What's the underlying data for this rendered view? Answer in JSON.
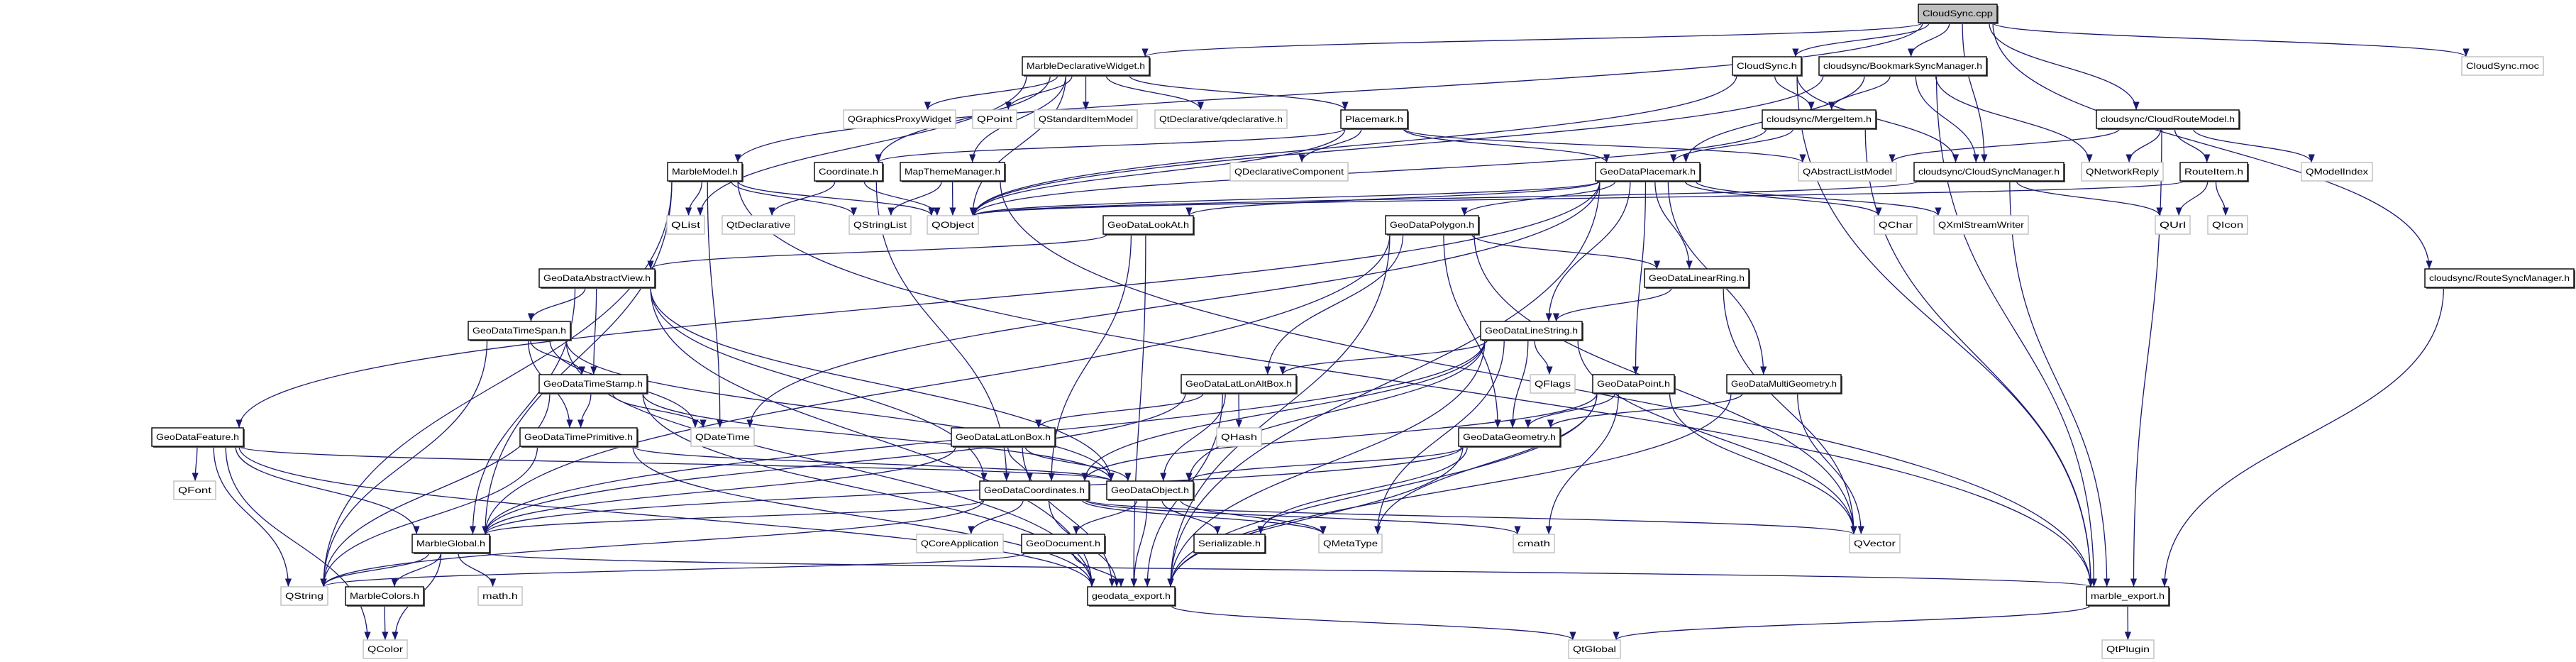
{
  "title": "CloudSync.cpp",
  "colors": {
    "edge": "#191970",
    "root_fill": "#bfbfbf",
    "external_border": "#bfbfbf",
    "node_border": "#000000"
  },
  "nodes": [
    {
      "id": "cpp",
      "label": "CloudSync.cpp",
      "kind": "root"
    },
    {
      "id": "moc",
      "label": "CloudSync.moc",
      "kind": "external"
    },
    {
      "id": "mdw",
      "label": "MarbleDeclarativeWidget.h",
      "kind": "file"
    },
    {
      "id": "csh",
      "label": "CloudSync.h",
      "kind": "file"
    },
    {
      "id": "bsm",
      "label": "cloudsync/BookmarkSyncManager.h",
      "kind": "file"
    },
    {
      "id": "qgpw",
      "label": "QGraphicsProxyWidget",
      "kind": "external"
    },
    {
      "id": "qpoint",
      "label": "QPoint",
      "kind": "external"
    },
    {
      "id": "qsim",
      "label": "QStandardItemModel",
      "kind": "external"
    },
    {
      "id": "qtdq",
      "label": "QtDeclarative/qdeclarative.h",
      "kind": "external"
    },
    {
      "id": "placemark",
      "label": "Placemark.h",
      "kind": "file"
    },
    {
      "id": "merge",
      "label": "cloudsync/MergeItem.h",
      "kind": "file"
    },
    {
      "id": "crm",
      "label": "cloudsync/CloudRouteModel.h",
      "kind": "file"
    },
    {
      "id": "mmodel",
      "label": "MarbleModel.h",
      "kind": "file"
    },
    {
      "id": "coord",
      "label": "Coordinate.h",
      "kind": "file"
    },
    {
      "id": "mtm",
      "label": "MapThemeManager.h",
      "kind": "file"
    },
    {
      "id": "qdc",
      "label": "QDeclarativeComponent",
      "kind": "external"
    },
    {
      "id": "gdpm",
      "label": "GeoDataPlacemark.h",
      "kind": "file"
    },
    {
      "id": "qalm",
      "label": "QAbstractListModel",
      "kind": "external"
    },
    {
      "id": "csm",
      "label": "cloudsync/CloudSyncManager.h",
      "kind": "file"
    },
    {
      "id": "qnr",
      "label": "QNetworkReply",
      "kind": "external"
    },
    {
      "id": "routeitem",
      "label": "RouteItem.h",
      "kind": "file"
    },
    {
      "id": "qmi",
      "label": "QModelIndex",
      "kind": "external"
    },
    {
      "id": "qlist",
      "label": "QList",
      "kind": "external"
    },
    {
      "id": "qtdecl",
      "label": "QtDeclarative",
      "kind": "external"
    },
    {
      "id": "qsl",
      "label": "QStringList",
      "kind": "external"
    },
    {
      "id": "qobject",
      "label": "QObject",
      "kind": "external"
    },
    {
      "id": "lookat",
      "label": "GeoDataLookAt.h",
      "kind": "file"
    },
    {
      "id": "polygon",
      "label": "GeoDataPolygon.h",
      "kind": "file"
    },
    {
      "id": "qchar",
      "label": "QChar",
      "kind": "external"
    },
    {
      "id": "qxml",
      "label": "QXmlStreamWriter",
      "kind": "external"
    },
    {
      "id": "qurl",
      "label": "QUrl",
      "kind": "external"
    },
    {
      "id": "qicon",
      "label": "QIcon",
      "kind": "external"
    },
    {
      "id": "absview",
      "label": "GeoDataAbstractView.h",
      "kind": "file"
    },
    {
      "id": "linring",
      "label": "GeoDataLinearRing.h",
      "kind": "file"
    },
    {
      "id": "rsm",
      "label": "cloudsync/RouteSyncManager.h",
      "kind": "file"
    },
    {
      "id": "timespan",
      "label": "GeoDataTimeSpan.h",
      "kind": "file"
    },
    {
      "id": "linestr",
      "label": "GeoDataLineString.h",
      "kind": "file"
    },
    {
      "id": "timestamp",
      "label": "GeoDataTimeStamp.h",
      "kind": "file"
    },
    {
      "id": "llab",
      "label": "GeoDataLatLonAltBox.h",
      "kind": "file"
    },
    {
      "id": "qflags",
      "label": "QFlags",
      "kind": "external"
    },
    {
      "id": "point",
      "label": "GeoDataPoint.h",
      "kind": "file"
    },
    {
      "id": "multigeo",
      "label": "GeoDataMultiGeometry.h",
      "kind": "file"
    },
    {
      "id": "feature",
      "label": "GeoDataFeature.h",
      "kind": "file"
    },
    {
      "id": "timeprim",
      "label": "GeoDataTimePrimitive.h",
      "kind": "file"
    },
    {
      "id": "qdatetime",
      "label": "QDateTime",
      "kind": "external"
    },
    {
      "id": "llb",
      "label": "GeoDataLatLonBox.h",
      "kind": "file"
    },
    {
      "id": "qhash",
      "label": "QHash",
      "kind": "external"
    },
    {
      "id": "geometry",
      "label": "GeoDataGeometry.h",
      "kind": "file"
    },
    {
      "id": "qfont",
      "label": "QFont",
      "kind": "external"
    },
    {
      "id": "coords",
      "label": "GeoDataCoordinates.h",
      "kind": "file"
    },
    {
      "id": "object",
      "label": "GeoDataObject.h",
      "kind": "file"
    },
    {
      "id": "mglobal",
      "label": "MarbleGlobal.h",
      "kind": "file"
    },
    {
      "id": "qcoreapp",
      "label": "QCoreApplication",
      "kind": "external"
    },
    {
      "id": "geodoc",
      "label": "GeoDocument.h",
      "kind": "file"
    },
    {
      "id": "serial",
      "label": "Serializable.h",
      "kind": "file"
    },
    {
      "id": "qmetatype",
      "label": "QMetaType",
      "kind": "external"
    },
    {
      "id": "cmath",
      "label": "cmath",
      "kind": "external"
    },
    {
      "id": "qvector",
      "label": "QVector",
      "kind": "external"
    },
    {
      "id": "qstring",
      "label": "QString",
      "kind": "external"
    },
    {
      "id": "mcolors",
      "label": "MarbleColors.h",
      "kind": "file"
    },
    {
      "id": "mathh",
      "label": "math.h",
      "kind": "external"
    },
    {
      "id": "gdexport",
      "label": "geodata_export.h",
      "kind": "file"
    },
    {
      "id": "mexport",
      "label": "marble_export.h",
      "kind": "file"
    },
    {
      "id": "qcolor",
      "label": "QColor",
      "kind": "external"
    },
    {
      "id": "qtglobal",
      "label": "QtGlobal",
      "kind": "external"
    },
    {
      "id": "qtplugin",
      "label": "QtPlugin",
      "kind": "external"
    }
  ],
  "edges": [
    [
      "cpp",
      "mdw"
    ],
    [
      "cpp",
      "mmodel"
    ],
    [
      "cpp",
      "csh"
    ],
    [
      "cpp",
      "bsm"
    ],
    [
      "cpp",
      "csm"
    ],
    [
      "cpp",
      "crm"
    ],
    [
      "cpp",
      "moc"
    ],
    [
      "cpp",
      "rsm"
    ],
    [
      "mdw",
      "qgpw"
    ],
    [
      "mdw",
      "qpoint"
    ],
    [
      "mdw",
      "qsim"
    ],
    [
      "mdw",
      "qtdq"
    ],
    [
      "mdw",
      "placemark"
    ],
    [
      "mdw",
      "mtm"
    ],
    [
      "mdw",
      "coord"
    ],
    [
      "mdw",
      "qlist"
    ],
    [
      "mdw",
      "qobject"
    ],
    [
      "placemark",
      "qdc"
    ],
    [
      "placemark",
      "gdpm"
    ],
    [
      "placemark",
      "qalm"
    ],
    [
      "placemark",
      "coord"
    ],
    [
      "placemark",
      "qobject"
    ],
    [
      "csh",
      "merge"
    ],
    [
      "csh",
      "csm"
    ],
    [
      "csh",
      "qobject"
    ],
    [
      "csh",
      "mexport"
    ],
    [
      "bsm",
      "merge"
    ],
    [
      "bsm",
      "gdpm"
    ],
    [
      "bsm",
      "csm"
    ],
    [
      "bsm",
      "qnr"
    ],
    [
      "bsm",
      "qobject"
    ],
    [
      "bsm",
      "mexport"
    ],
    [
      "merge",
      "gdpm"
    ],
    [
      "merge",
      "qobject"
    ],
    [
      "merge",
      "mexport"
    ],
    [
      "crm",
      "qalm"
    ],
    [
      "crm",
      "qnr"
    ],
    [
      "crm",
      "routeitem"
    ],
    [
      "crm",
      "qmi"
    ],
    [
      "crm",
      "mexport"
    ],
    [
      "csm",
      "qobject"
    ],
    [
      "csm",
      "qurl"
    ],
    [
      "csm",
      "mexport"
    ],
    [
      "routeitem",
      "qurl"
    ],
    [
      "routeitem",
      "qicon"
    ],
    [
      "routeitem",
      "qobject"
    ],
    [
      "rsm",
      "mexport"
    ],
    [
      "mmodel",
      "qlist"
    ],
    [
      "mmodel",
      "qobject"
    ],
    [
      "mmodel",
      "qstring"
    ],
    [
      "mmodel",
      "mglobal"
    ],
    [
      "mmodel",
      "qdatetime"
    ],
    [
      "mmodel",
      "mexport"
    ],
    [
      "mmodel",
      "qsl"
    ],
    [
      "coord",
      "qtdecl"
    ],
    [
      "coord",
      "qobject"
    ],
    [
      "coord",
      "coords"
    ],
    [
      "mtm",
      "qobject"
    ],
    [
      "mtm",
      "qsl"
    ],
    [
      "mtm",
      "mexport"
    ],
    [
      "gdpm",
      "qobject"
    ],
    [
      "gdpm",
      "feature"
    ],
    [
      "gdpm",
      "lookat"
    ],
    [
      "gdpm",
      "polygon"
    ],
    [
      "gdpm",
      "linring"
    ],
    [
      "gdpm",
      "linestr"
    ],
    [
      "gdpm",
      "point"
    ],
    [
      "gdpm",
      "multigeo"
    ],
    [
      "gdpm",
      "qchar"
    ],
    [
      "gdpm",
      "qxml"
    ],
    [
      "gdpm",
      "qdatetime"
    ],
    [
      "gdpm",
      "gdexport"
    ],
    [
      "lookat",
      "absview"
    ],
    [
      "lookat",
      "coords"
    ],
    [
      "lookat",
      "gdexport"
    ],
    [
      "polygon",
      "linring"
    ],
    [
      "polygon",
      "geometry"
    ],
    [
      "polygon",
      "llab"
    ],
    [
      "polygon",
      "qvector"
    ],
    [
      "polygon",
      "gdexport"
    ],
    [
      "polygon",
      "mglobal"
    ],
    [
      "linring",
      "linestr"
    ],
    [
      "linring",
      "qvector"
    ],
    [
      "linestr",
      "qvector"
    ],
    [
      "linestr",
      "qflags"
    ],
    [
      "linestr",
      "llab"
    ],
    [
      "linestr",
      "geometry"
    ],
    [
      "linestr",
      "coords"
    ],
    [
      "linestr",
      "qmetatype"
    ],
    [
      "linestr",
      "mglobal"
    ],
    [
      "linestr",
      "gdexport"
    ],
    [
      "linestr",
      "object"
    ],
    [
      "absview",
      "timespan"
    ],
    [
      "absview",
      "timestamp"
    ],
    [
      "absview",
      "object"
    ],
    [
      "absview",
      "coords"
    ],
    [
      "absview",
      "mglobal"
    ],
    [
      "absview",
      "gdexport"
    ],
    [
      "timespan",
      "timestamp"
    ],
    [
      "timespan",
      "timeprim"
    ],
    [
      "timespan",
      "qdatetime"
    ],
    [
      "timespan",
      "object"
    ],
    [
      "timespan",
      "qstring"
    ],
    [
      "timespan",
      "gdexport"
    ],
    [
      "timestamp",
      "timeprim"
    ],
    [
      "timestamp",
      "qdatetime"
    ],
    [
      "timestamp",
      "qstring"
    ],
    [
      "timestamp",
      "object"
    ],
    [
      "timestamp",
      "gdexport"
    ],
    [
      "timeprim",
      "object"
    ],
    [
      "timeprim",
      "qstring"
    ],
    [
      "timeprim",
      "gdexport"
    ],
    [
      "feature",
      "qfont"
    ],
    [
      "feature",
      "qstring"
    ],
    [
      "feature",
      "qcolor"
    ],
    [
      "feature",
      "object"
    ],
    [
      "feature",
      "mglobal"
    ],
    [
      "feature",
      "gdexport"
    ],
    [
      "llab",
      "llb"
    ],
    [
      "llab",
      "qhash"
    ],
    [
      "llab",
      "object"
    ],
    [
      "llab",
      "mglobal"
    ],
    [
      "llab",
      "gdexport"
    ],
    [
      "llb",
      "coords"
    ],
    [
      "llb",
      "object"
    ],
    [
      "llb",
      "mglobal"
    ],
    [
      "llb",
      "gdexport"
    ],
    [
      "point",
      "geometry"
    ],
    [
      "point",
      "coords"
    ],
    [
      "point",
      "qmetatype"
    ],
    [
      "point",
      "cmath"
    ],
    [
      "point",
      "qvector"
    ],
    [
      "point",
      "gdexport"
    ],
    [
      "multigeo",
      "geometry"
    ],
    [
      "multigeo",
      "qvector"
    ],
    [
      "multigeo",
      "gdexport"
    ],
    [
      "geometry",
      "object"
    ],
    [
      "geometry",
      "mglobal"
    ],
    [
      "geometry",
      "serial"
    ],
    [
      "geometry",
      "gdexport"
    ],
    [
      "coords",
      "qcoreapp"
    ],
    [
      "coords",
      "mglobal"
    ],
    [
      "coords",
      "qstring"
    ],
    [
      "coords",
      "qmetatype"
    ],
    [
      "coords",
      "cmath"
    ],
    [
      "coords",
      "qvector"
    ],
    [
      "coords",
      "gdexport"
    ],
    [
      "object",
      "geodoc"
    ],
    [
      "object",
      "serial"
    ],
    [
      "object",
      "qmetatype"
    ],
    [
      "object",
      "gdexport"
    ],
    [
      "geodoc",
      "gdexport"
    ],
    [
      "geodoc",
      "qstring"
    ],
    [
      "mglobal",
      "qstring"
    ],
    [
      "mglobal",
      "mcolors"
    ],
    [
      "mglobal",
      "mathh"
    ],
    [
      "mglobal",
      "qcolor"
    ],
    [
      "mglobal",
      "mexport"
    ],
    [
      "mcolors",
      "qcolor"
    ],
    [
      "gdexport",
      "qtglobal"
    ],
    [
      "mexport",
      "qtglobal"
    ],
    [
      "mexport",
      "qtplugin"
    ]
  ]
}
